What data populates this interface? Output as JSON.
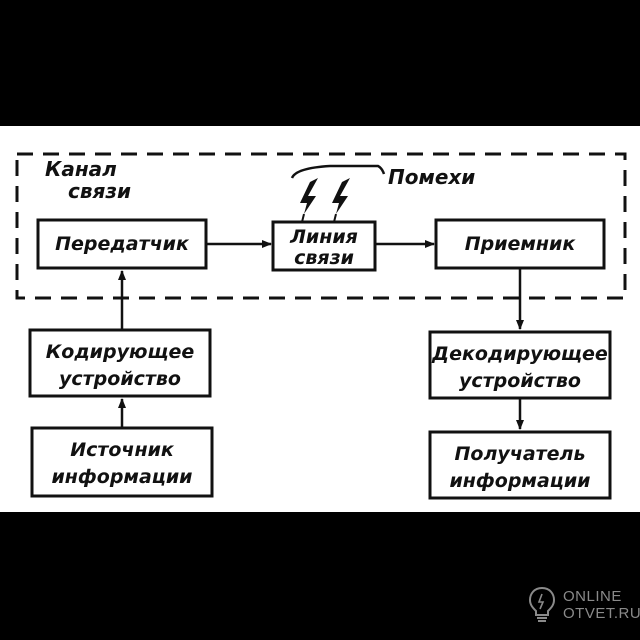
{
  "colors": {
    "background": "#000000",
    "paper": "#ffffff",
    "ink": "#111111",
    "watermark": "#8a8a8a"
  },
  "diagram": {
    "channel": {
      "line1": "Канал",
      "line2": "связи"
    },
    "noise": "Помехи",
    "transmitter": "Передатчик",
    "line": {
      "line1": "Линия",
      "line2": "связи"
    },
    "receiver": "Приемник",
    "encoder": {
      "line1": "Кодирующее",
      "line2": "устройство"
    },
    "source": {
      "line1": "Источник",
      "line2": "информации"
    },
    "decoder": {
      "line1": "Декодирующее",
      "line2": "устройство"
    },
    "recipient": {
      "line1": "Получатель",
      "line2": "информации"
    }
  },
  "watermark": {
    "icon": "lightbulb-icon",
    "line1": "ONLINE",
    "line2": "OTVET.RU"
  }
}
